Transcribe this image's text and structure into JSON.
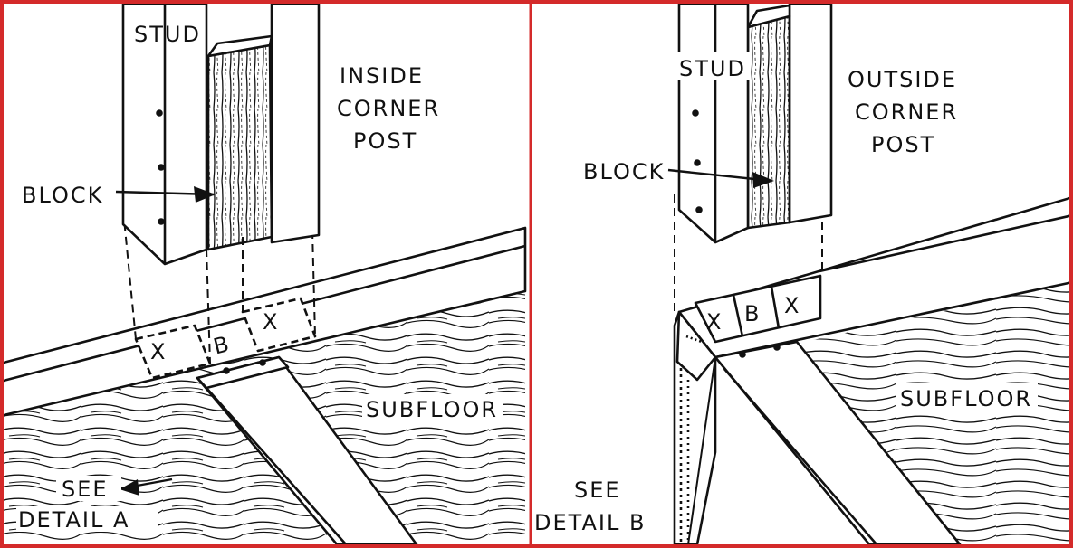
{
  "colors": {
    "border": "#d42a2a",
    "ink": "#111111",
    "paper": "#ffffff"
  },
  "left_panel": {
    "stud": "STUD",
    "post_line1": "INSIDE",
    "post_line2": "CORNER",
    "post_line3": "POST",
    "block": "BLOCK",
    "mark_x1": "X",
    "mark_b": "B",
    "mark_x2": "X",
    "subfloor": "SUBFLOOR",
    "see_line1": "SEE",
    "see_line2": "DETAIL A"
  },
  "right_panel": {
    "stud": "STUD",
    "post_line1": "OUTSIDE",
    "post_line2": "CORNER",
    "post_line3": "POST",
    "block": "BLOCK",
    "mark_x1": "X",
    "mark_b": "B",
    "mark_x2": "X",
    "subfloor": "SUBFLOOR",
    "see_line1": "SEE",
    "see_line2": "DETAIL B"
  }
}
